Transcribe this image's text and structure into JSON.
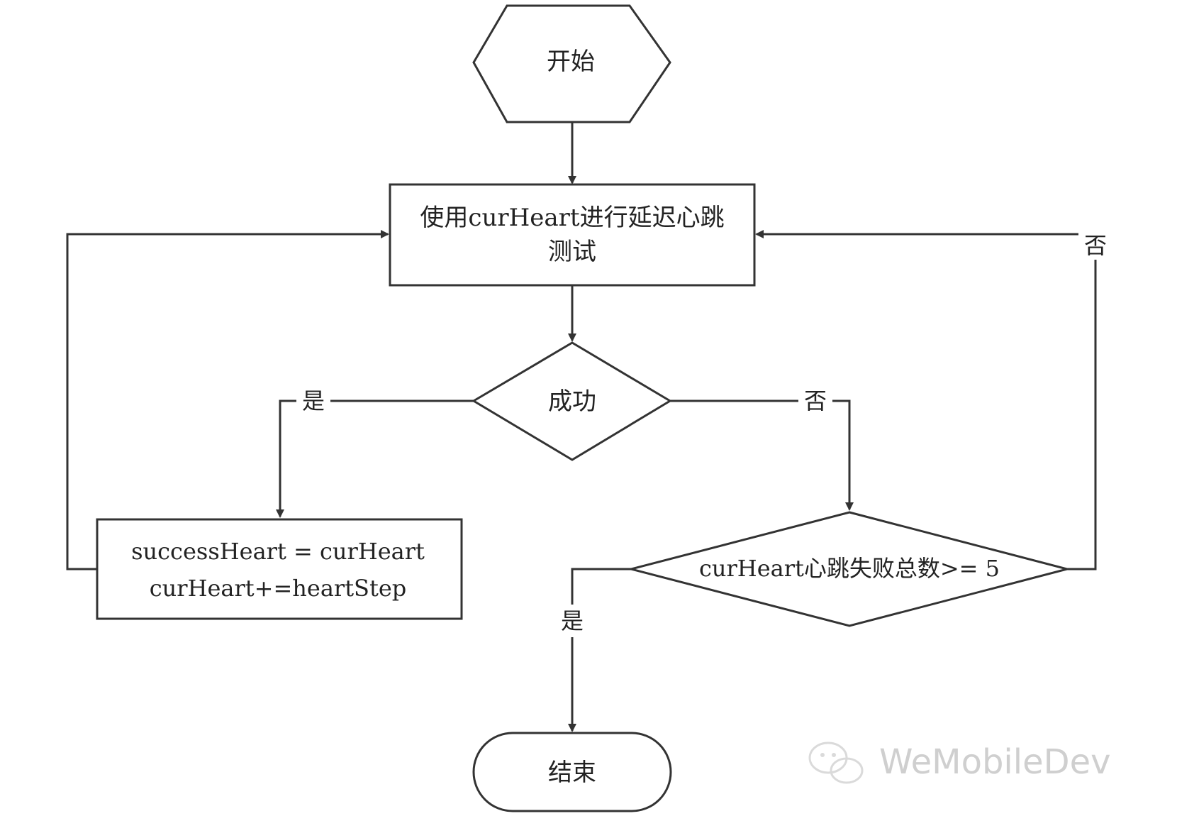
{
  "nodes": {
    "start": "开始",
    "test": {
      "line1": "使用curHeart进行延迟心跳",
      "line2": "测试"
    },
    "success": "成功",
    "update": {
      "line1": "successHeart  = curHeart",
      "line2": "curHeart+=heartStep"
    },
    "fail_check": "curHeart心跳失败总数>= 5",
    "end": "结束"
  },
  "edges": {
    "success_yes": "是",
    "success_no": "否",
    "fail_yes": "是",
    "fail_no": "否"
  },
  "watermark": "WeMobileDev",
  "colors": {
    "stroke": "#333333",
    "text": "#222222",
    "watermark": "#cfcfcf"
  }
}
